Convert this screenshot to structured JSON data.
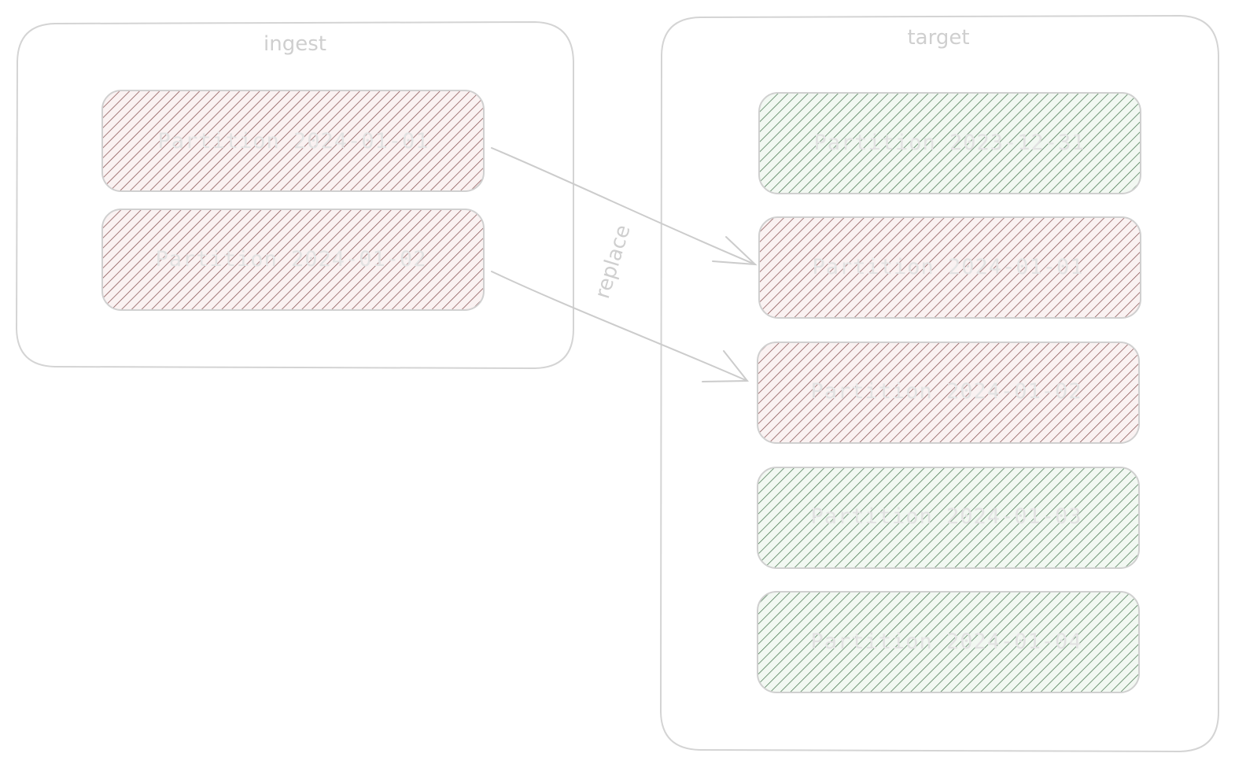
{
  "ingest": {
    "title": "ingest",
    "partitions": [
      {
        "label": "Partition 2024-01-01",
        "status": "replaced"
      },
      {
        "label": "Partition 2024-01-02",
        "status": "replaced"
      }
    ]
  },
  "target": {
    "title": "target",
    "partitions": [
      {
        "label": "Partition 2023-12-31",
        "status": "unchanged"
      },
      {
        "label": "Partition 2024-01-01",
        "status": "replaced"
      },
      {
        "label": "Partition 2024-01-02",
        "status": "replaced"
      },
      {
        "label": "Partition 2024-01-03",
        "status": "unchanged"
      },
      {
        "label": "Partition 2024-01-04",
        "status": "unchanged"
      }
    ]
  },
  "arrow": {
    "label": "replace"
  },
  "colors": {
    "replaced_hatch": "#6e2e2e",
    "replaced_fill": "#faf2f2",
    "unchanged_hatch": "#1f5a2a",
    "unchanged_fill": "#f2f8f2",
    "frame_stroke": "#d4d4d4",
    "text": "#cfcfcf"
  }
}
